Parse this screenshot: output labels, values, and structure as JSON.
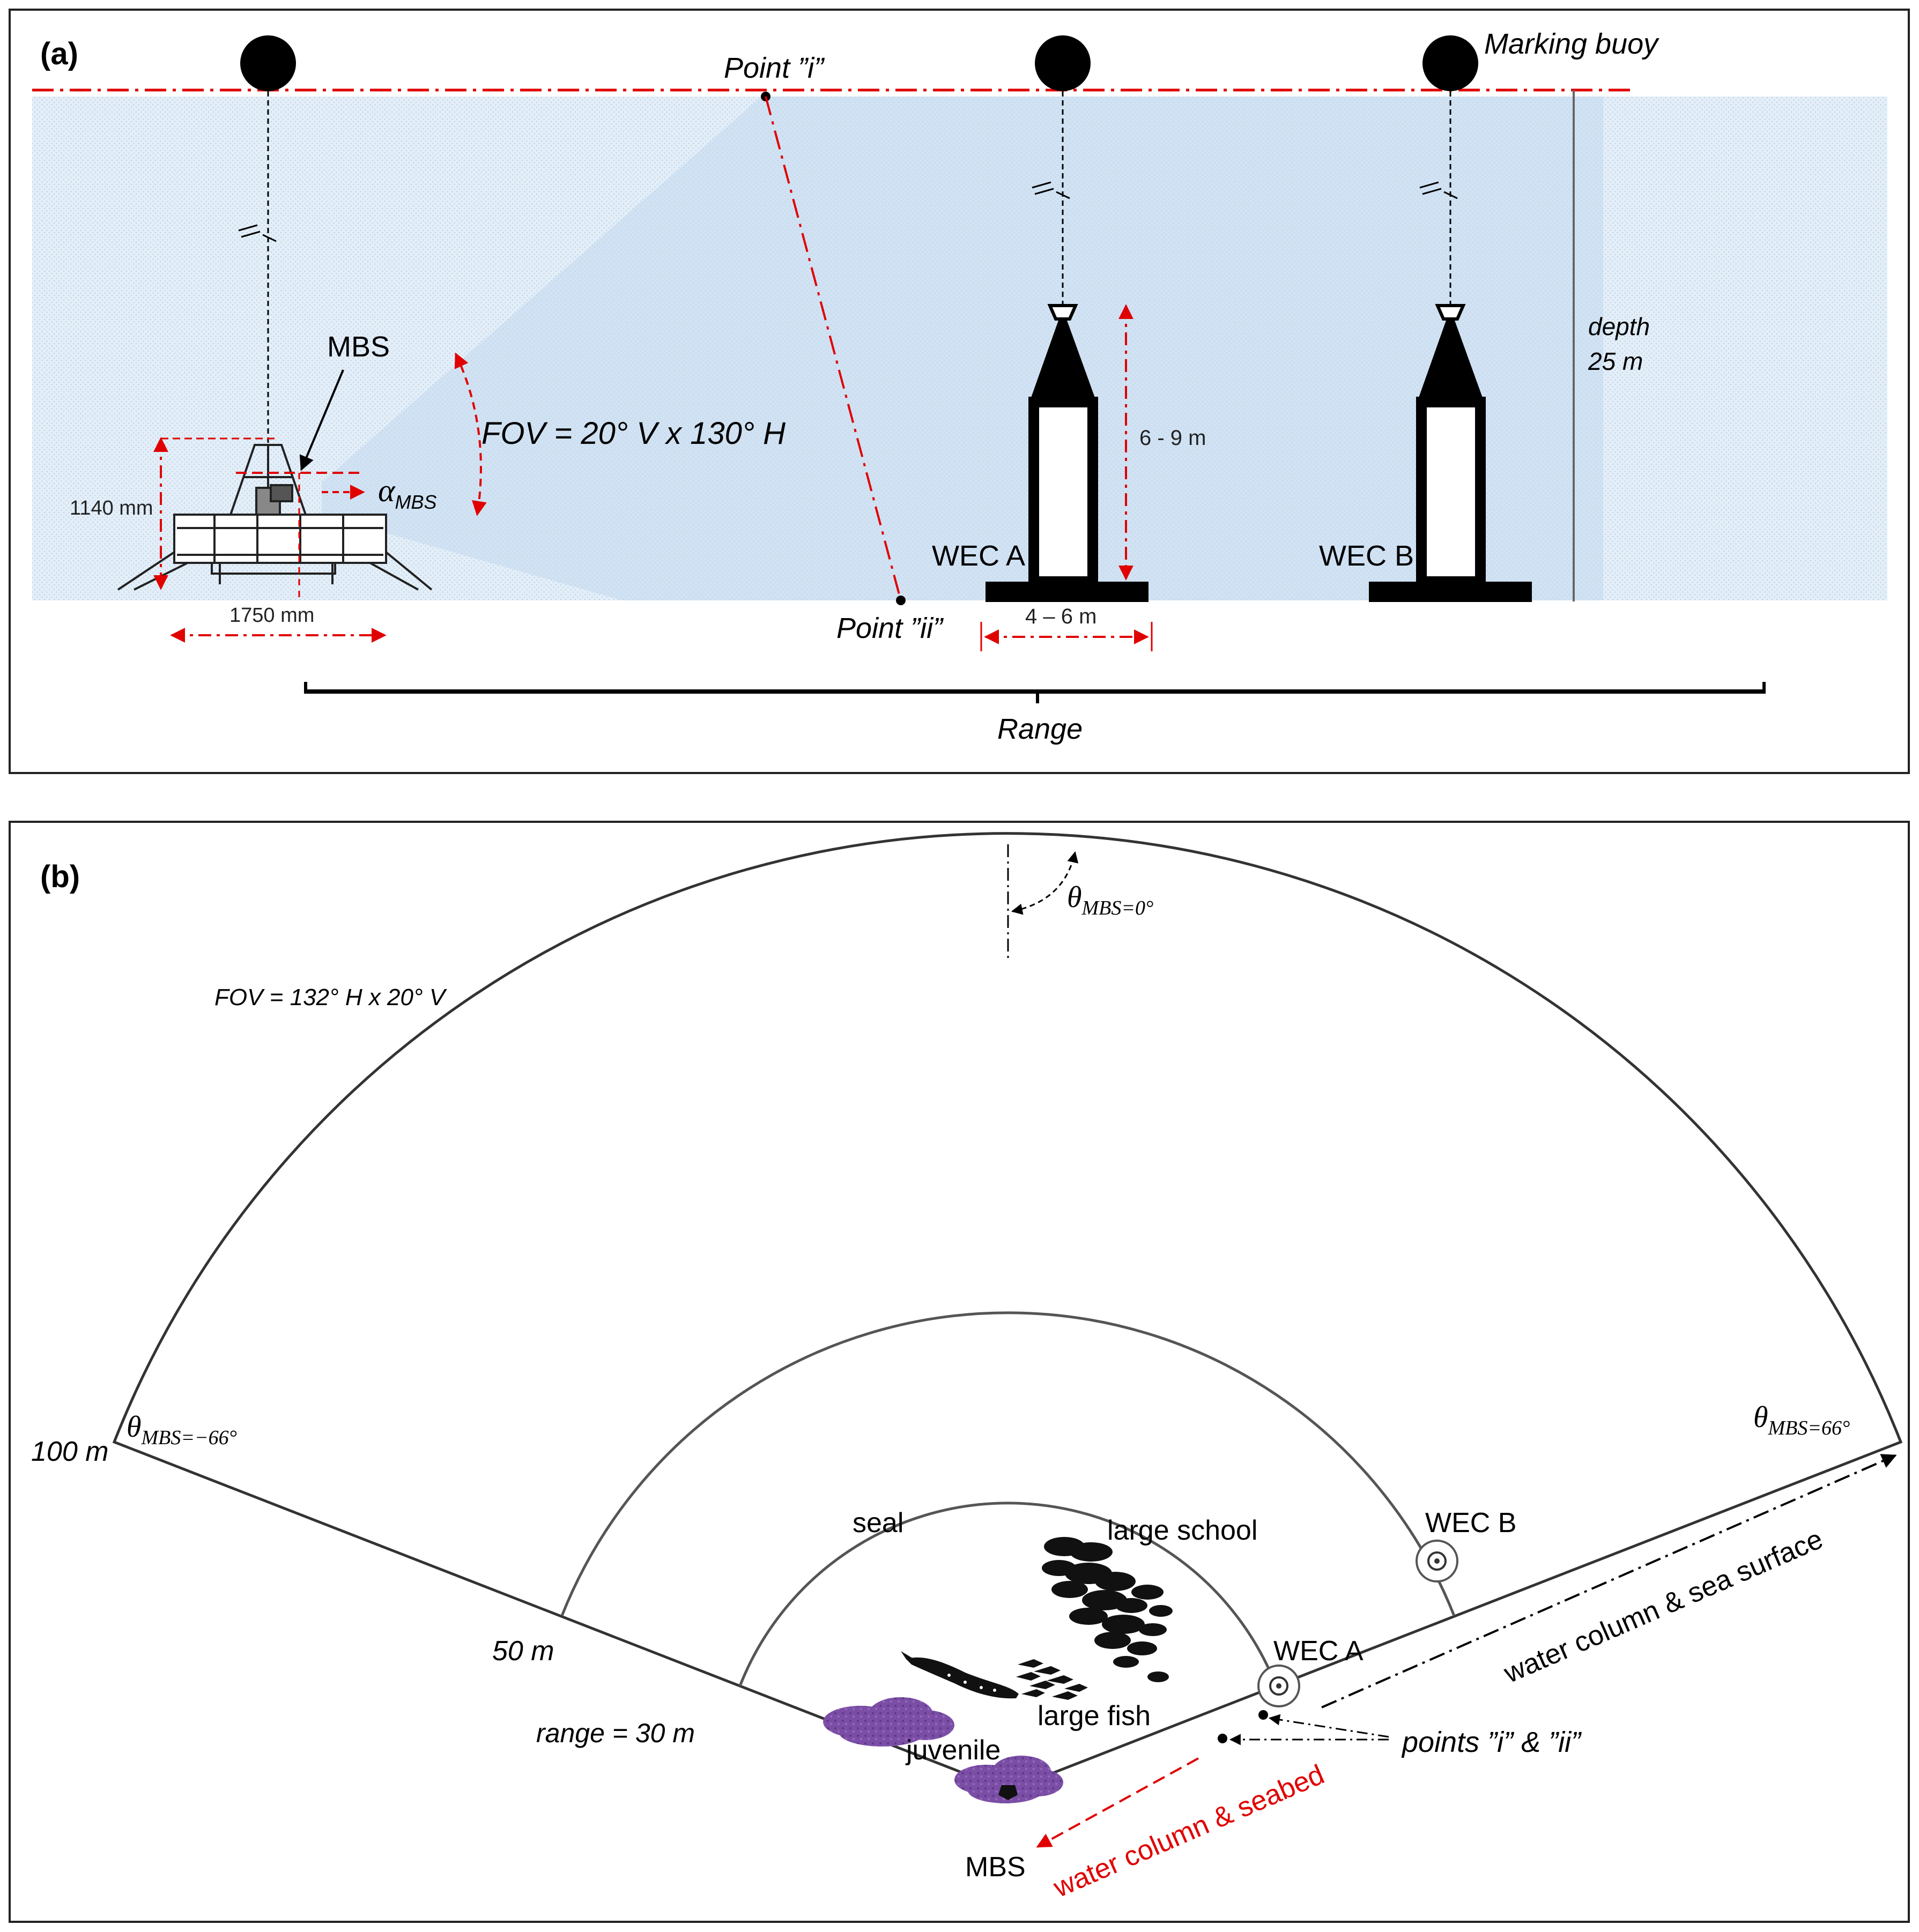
{
  "panel_a": {
    "label": "(a)",
    "marking_buoy": "Marking buoy",
    "point_i": "Point ”i”",
    "point_ii": "Point ”ii”",
    "mbs": "MBS",
    "alpha_symbol": "α",
    "alpha_sub": "MBS",
    "fov": "FOV = 20° V x 130° H",
    "dim_height": "1140 mm",
    "dim_width": "1750 mm",
    "wec_height": "6 - 9 m",
    "wec_base": "4 – 6 m",
    "wec_a": "WEC A",
    "wec_b": "WEC B",
    "depth_line1": "depth",
    "depth_line2": "25 m",
    "range": "Range"
  },
  "panel_b": {
    "label": "(b)",
    "fov": "FOV = 132° H x 20° V",
    "theta_symbol": "θ",
    "theta_top_sub": "MBS=0°",
    "theta_left_sub": "MBS=−66°",
    "theta_right_sub": "MBS=66°",
    "r100": "100 m",
    "r50": "50 m",
    "r30": "range = 30 m",
    "seal": "seal",
    "large_school": "large school",
    "large_fish": "large fish",
    "juvenile": "juvenile",
    "wec_a": "WEC A",
    "wec_b": "WEC B",
    "points": "points ”i” & ”ii”",
    "water_surface": "water column & sea surface",
    "water_seabed": "water column & seabed",
    "mbs": "MBS"
  },
  "colors": {
    "red": "#e00000",
    "black": "#000000",
    "water": "#dbe9f7",
    "fov_beam": "#c9ddf1",
    "juvenile_purple": "#7b4ea6",
    "frame": "#222222"
  }
}
